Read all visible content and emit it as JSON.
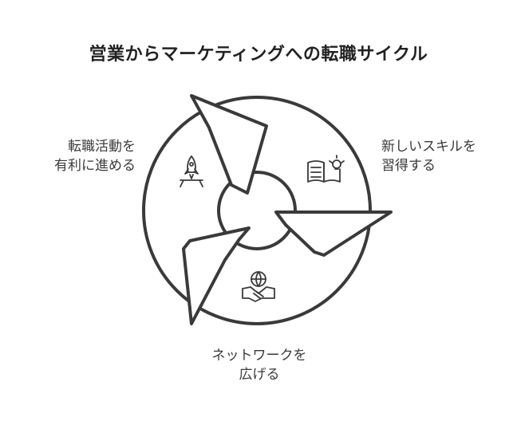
{
  "title": "営業からマーケティングへの転職サイクル",
  "steps": [
    {
      "name": "step-career-move",
      "icon": "rocket-icon",
      "line1": "転職活動を",
      "line2": "有利に進める"
    },
    {
      "name": "step-learn-skills",
      "icon": "book-lightbulb-icon",
      "line1": "新しいスキルを",
      "line2": "習得する"
    },
    {
      "name": "step-networking",
      "icon": "handshake-globe-icon",
      "line1": "ネットワークを",
      "line2": "広げる"
    }
  ]
}
